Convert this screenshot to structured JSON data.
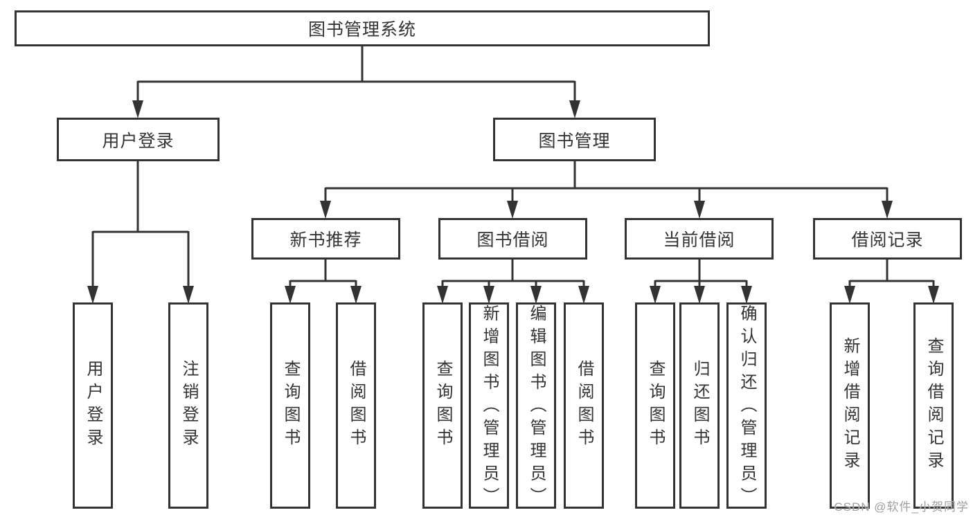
{
  "diagram": {
    "root": {
      "label": "图书管理系统"
    },
    "level2": [
      {
        "label": "用户登录"
      },
      {
        "label": "图书管理"
      }
    ],
    "level3": [
      {
        "label": "新书推荐"
      },
      {
        "label": "图书借阅"
      },
      {
        "label": "当前借阅"
      },
      {
        "label": "借阅记录"
      }
    ],
    "leaves": [
      {
        "label": "用户登录",
        "parent": "用户登录"
      },
      {
        "label": "注销登录",
        "parent": "用户登录"
      },
      {
        "label": "查询图书",
        "parent": "新书推荐"
      },
      {
        "label": "借阅图书",
        "parent": "新书推荐"
      },
      {
        "label": "查询图书",
        "parent": "图书借阅"
      },
      {
        "label": "新增图书（管理员）",
        "parent": "图书借阅"
      },
      {
        "label": "编辑图书（管理员）",
        "parent": "图书借阅"
      },
      {
        "label": "借阅图书",
        "parent": "图书借阅"
      },
      {
        "label": "查询图书",
        "parent": "当前借阅"
      },
      {
        "label": "归还图书",
        "parent": "当前借阅"
      },
      {
        "label": "确认归还（管理员）",
        "parent": "当前借阅"
      },
      {
        "label": "新增借阅记录",
        "parent": "借阅记录"
      },
      {
        "label": "查询借阅记录",
        "parent": "借阅记录"
      }
    ],
    "watermark": "CSDN @软件_小贺同学",
    "colors": {
      "line": "#333333",
      "text": "#333333",
      "background": "#ffffff",
      "watermark": "#9e9e9e"
    }
  }
}
